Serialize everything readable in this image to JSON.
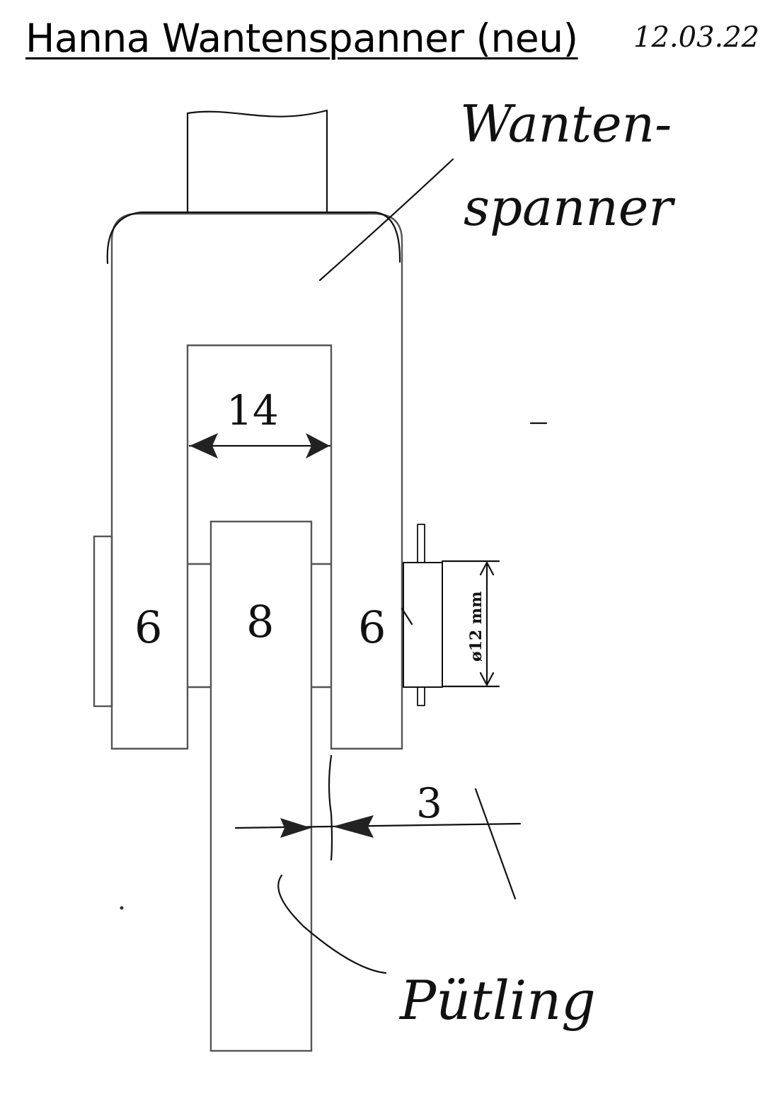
{
  "title": "Hanna Wantenspanner (neu)",
  "date": "12.03.22",
  "labels": {
    "wantenspanner_line1": "Wanten-",
    "wantenspanner_line2": "spanner",
    "puetting": "Pütling"
  },
  "dimensions": {
    "gap_inner_width": "14",
    "left_cheek": "6",
    "strap_thickness": "8",
    "right_cheek": "6",
    "bolt_diameter": "ø12 mm",
    "side_clearance": "3"
  }
}
